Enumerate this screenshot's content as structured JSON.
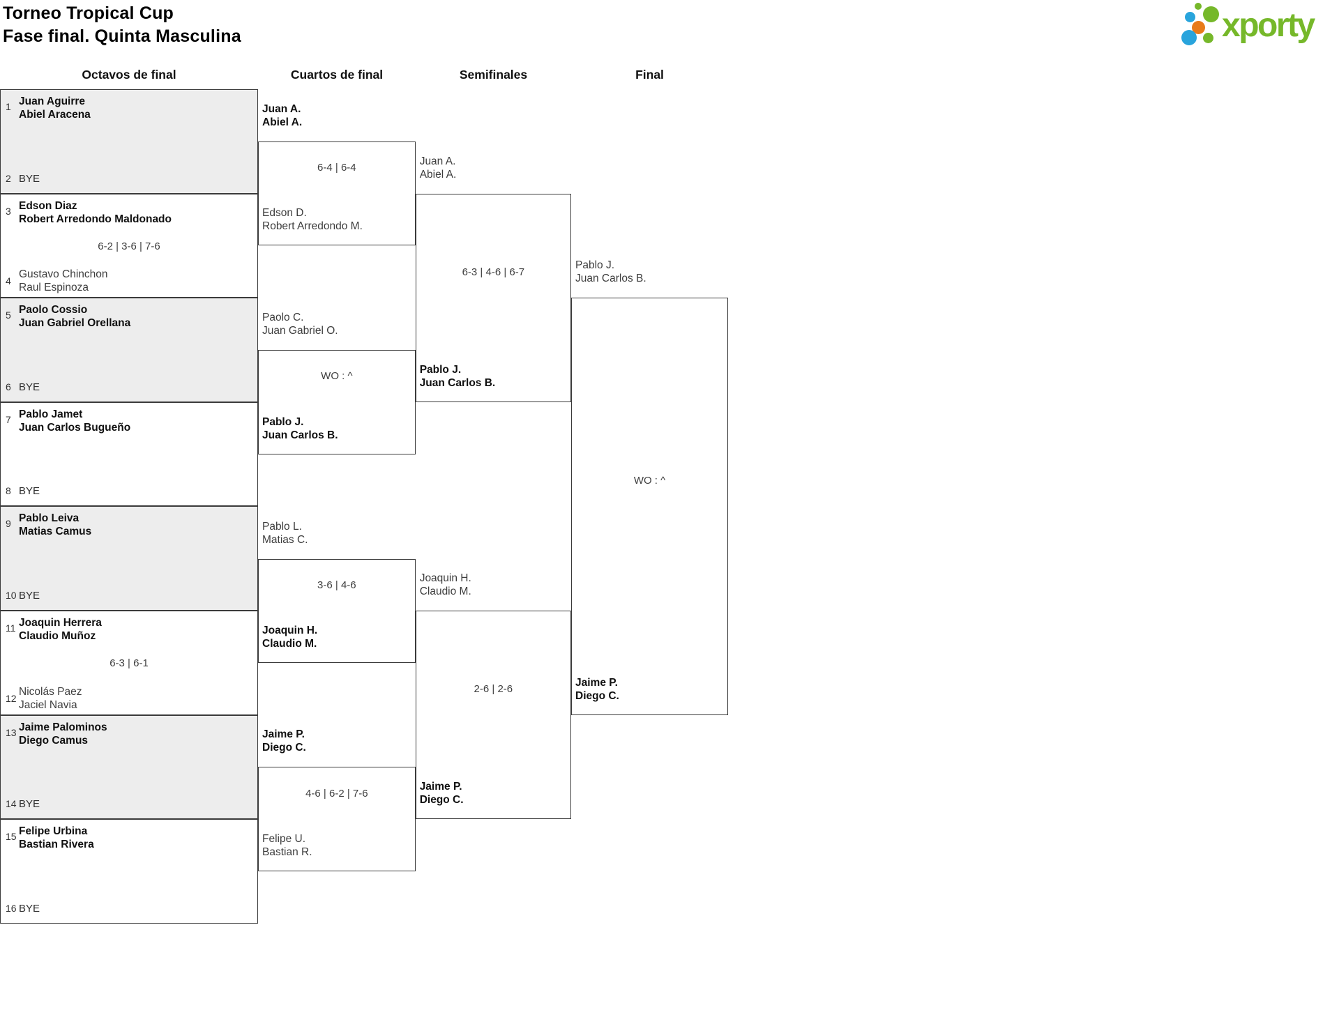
{
  "title": "Torneo Tropical Cup",
  "subtitle": "Fase final. Quinta Masculina",
  "logo": {
    "text": "xporty",
    "colors": {
      "green": "#76b82a",
      "blue": "#29a4dc",
      "orange": "#e87b1a"
    }
  },
  "rounds": [
    "Octavos de final",
    "Cuartos de final",
    "Semifinales",
    "Final"
  ],
  "r16": [
    {
      "seed_a": "1",
      "a1": "Juan Aguirre",
      "a2": "Abiel Aracena",
      "seed_b": "2",
      "bye": "BYE",
      "winner": "a"
    },
    {
      "seed_a": "3",
      "a1": "Edson Diaz",
      "a2": "Robert Arredondo Maldonado",
      "score": "6-2 | 3-6 | 7-6",
      "seed_b": "4",
      "b1": "Gustavo Chinchon",
      "b2": "Raul Espinoza",
      "winner": "a"
    },
    {
      "seed_a": "5",
      "a1": "Paolo Cossio",
      "a2": "Juan Gabriel Orellana",
      "seed_b": "6",
      "bye": "BYE",
      "winner": "a"
    },
    {
      "seed_a": "7",
      "a1": "Pablo Jamet",
      "a2": "Juan Carlos Bugueño",
      "seed_b": "8",
      "bye": "BYE",
      "winner": "a"
    },
    {
      "seed_a": "9",
      "a1": "Pablo Leiva",
      "a2": "Matias Camus",
      "seed_b": "10",
      "bye": "BYE",
      "winner": "a"
    },
    {
      "seed_a": "11",
      "a1": "Joaquin Herrera",
      "a2": "Claudio Muñoz",
      "score": "6-3 | 6-1",
      "seed_b": "12",
      "b1": "Nicolás Paez",
      "b2": "Jaciel Navia",
      "winner": "a"
    },
    {
      "seed_a": "13",
      "a1": "Jaime Palominos",
      "a2": "Diego Camus",
      "seed_b": "14",
      "bye": "BYE",
      "winner": "a"
    },
    {
      "seed_a": "15",
      "a1": "Felipe Urbina",
      "a2": "Bastian Rivera",
      "seed_b": "16",
      "bye": "BYE",
      "winner": "a"
    }
  ],
  "qf": [
    {
      "t1": [
        "Juan A.",
        "Abiel A."
      ],
      "t2": [
        "Edson D.",
        "Robert Arredondo M."
      ],
      "score": "6-4 | 6-4",
      "winner": "t1"
    },
    {
      "t1": [
        "Paolo C.",
        "Juan Gabriel O."
      ],
      "t2": [
        "Pablo J.",
        "Juan Carlos B."
      ],
      "score": "WO : ^",
      "winner": "t2"
    },
    {
      "t1": [
        "Pablo L.",
        "Matias C."
      ],
      "t2": [
        "Joaquin H.",
        "Claudio M."
      ],
      "score": "3-6 | 4-6",
      "winner": "t2"
    },
    {
      "t1": [
        "Jaime P.",
        "Diego C."
      ],
      "t2": [
        "Felipe U.",
        "Bastian R."
      ],
      "score": "4-6 | 6-2 | 7-6",
      "winner": "t1"
    }
  ],
  "sf": [
    {
      "t1": [
        "Juan A.",
        "Abiel A."
      ],
      "t2": [
        "Pablo J.",
        "Juan Carlos B."
      ],
      "score": "6-3 | 4-6 | 6-7",
      "winner": "t2"
    },
    {
      "t1": [
        "Joaquin H.",
        "Claudio M."
      ],
      "t2": [
        "Jaime P.",
        "Diego C."
      ],
      "score": "2-6 | 2-6",
      "winner": "t2"
    }
  ],
  "final": {
    "t1": [
      "Pablo J.",
      "Juan Carlos B."
    ],
    "t2": [
      "Jaime P.",
      "Diego C."
    ],
    "score": "WO : ^",
    "winner": "t2"
  }
}
